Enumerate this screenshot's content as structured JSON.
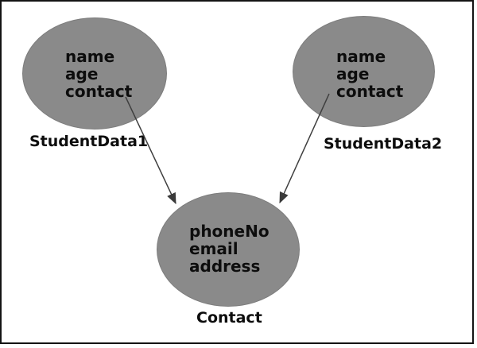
{
  "diagram": {
    "type": "object-composition-diagram",
    "nodes": [
      {
        "id": "studentdata1",
        "label": "StudentData1",
        "attributes": [
          "name",
          "age",
          "contact"
        ],
        "shape": "ellipse"
      },
      {
        "id": "studentdata2",
        "label": "StudentData2",
        "attributes": [
          "name",
          "age",
          "contact"
        ],
        "shape": "ellipse"
      },
      {
        "id": "contact",
        "label": "Contact",
        "attributes": [
          "phoneNo",
          "email",
          "address"
        ],
        "shape": "ellipse"
      }
    ],
    "edges": [
      {
        "from": "StudentData1",
        "to": "Contact",
        "style": "arrow"
      },
      {
        "from": "StudentData2",
        "to": "Contact",
        "style": "arrow"
      }
    ],
    "colors": {
      "node_fill": "#8a8a8a",
      "text": "#0d0d0d",
      "arrow": "#3f3f3f",
      "frame_border": "#141414",
      "background": "#ffffff"
    }
  }
}
